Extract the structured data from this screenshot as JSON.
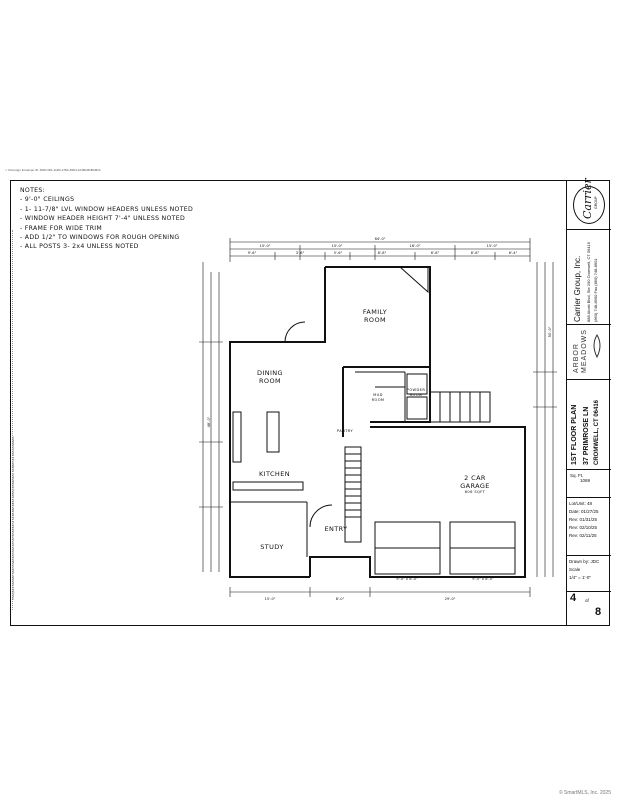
{
  "docusign_header": "✓ Docusign Envelope ID: 46DF4D1-1H60-478A-84D3-103BA9DBA9DA",
  "left_disclaimer": "These plans have been drawn to meet local codes and are not intended for construction without verifying all dimensions, conditions and local requirements.",
  "notes": {
    "title": "NOTES:",
    "items": [
      "- 9'-0\" CEILINGS",
      "- 1- 11-7/8\" LVL WINDOW HEADERS UNLESS NOTED",
      "- WINDOW HEADER HEIGHT 7'-4\" UNLESS NOTED",
      "- FRAME FOR WIDE TRIM",
      "- ADD 1/2\" TO WINDOWS FOR ROUGH OPENING",
      "- ALL POSTS 3- 2x4 UNLESS NOTED"
    ]
  },
  "rooms": {
    "family": [
      "FAMILY",
      "ROOM"
    ],
    "dining": [
      "DINING",
      "ROOM"
    ],
    "kitchen": "KITCHEN",
    "study": "STUDY",
    "entry": "ENTRY",
    "garage": [
      "2 CAR",
      "GARAGE"
    ],
    "garage_area": "606 SQFT",
    "mud": [
      "MUD",
      "ROOM"
    ],
    "powder": [
      "POWDER",
      "ROOM"
    ],
    "pantry": "PANTRY"
  },
  "dimensions": {
    "overall": "64'-0\"",
    "top_row": [
      "15'-0\"",
      "15'-0\"",
      "16'-0\"",
      "15'-0\""
    ],
    "top_sub": [
      "9'-6\"",
      "3'-6\"",
      "5'-6\"",
      "8'-8\"",
      "6'-8\"",
      "8'-8\"",
      "6'-4\""
    ],
    "bottom_row": [
      "15'-0\"",
      "8'-0\"",
      "29'-0\""
    ],
    "left_total": "48'-0\"",
    "right_total": "50'-0\"",
    "garage_doors": [
      "9'-0\" x 8'-0\"",
      "9'-0\" x 8'-0\""
    ]
  },
  "title_block": {
    "company": "Carrier Group, Inc.",
    "address": "888 Alcott Blvd, Ste 200  Cromwell, CT 06416",
    "phone": "(860) 748-8900  Fax (860) 748-8901",
    "brand": "Carrier",
    "brand_sub": "GROUP",
    "community": "ARBOR MEADOWS",
    "sheet_title": "1ST FLOOR PLAN",
    "street": "37 PRIMROSE LN",
    "city": "CROMWELL, CT 06416",
    "sqft_label": "Sq. Ft.",
    "sqft": "1069",
    "lot": "Lot/Unit: 48",
    "date": "Date: 01/27/25",
    "rev1": "Rev: 01/31/25",
    "rev2": "Rev: 02/10/25",
    "rev3": "Rev: 02/11/25",
    "drawn_by": "Drawn by: JDC",
    "scale_label": "Scale",
    "scale": "1/4\" = 1'-0\"",
    "sheet_no": "4",
    "sheet_of": "of",
    "sheet_total": "8"
  },
  "footer": "© SmartMLS, Inc. 2025"
}
